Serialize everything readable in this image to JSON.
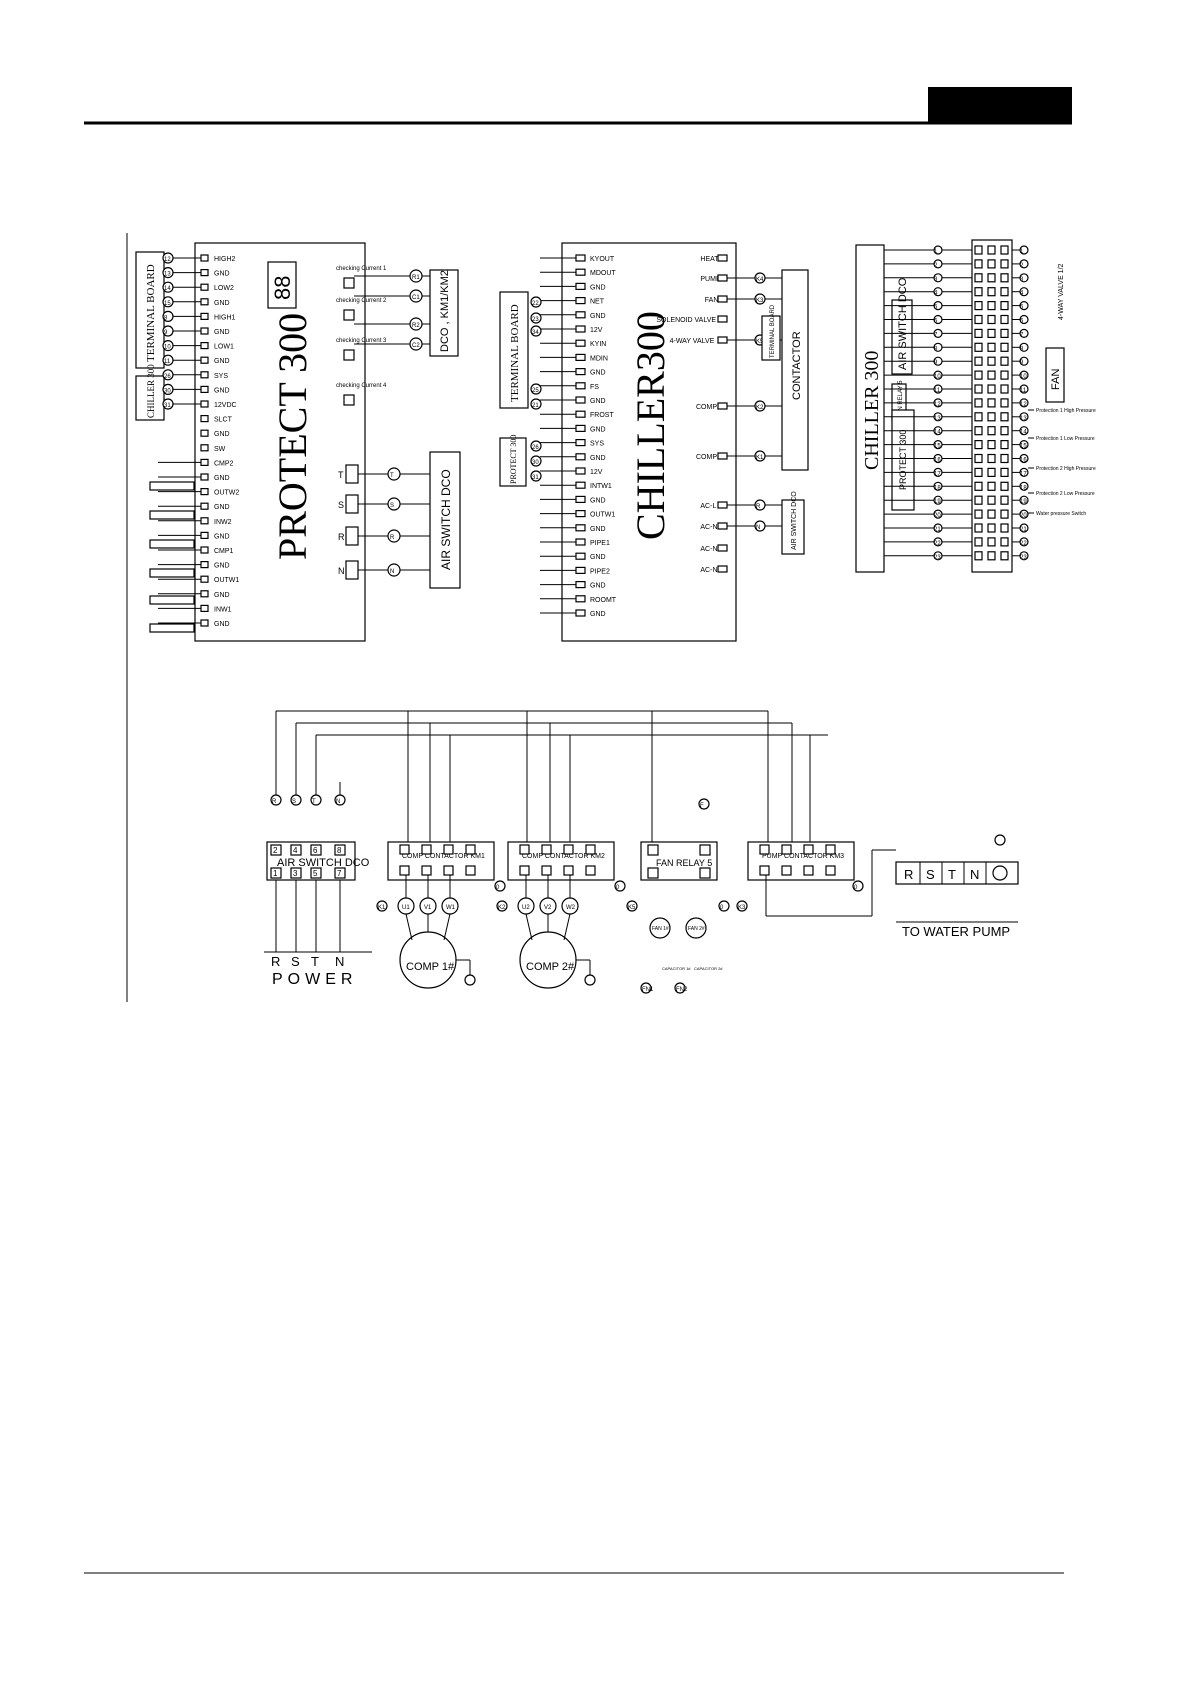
{
  "header_tab": "",
  "protect300": {
    "title": "PROTECT 300",
    "display": "88",
    "terminal_board": "TERMINAL BOARD",
    "chiller_label": "CHILLER 300",
    "pins": [
      "HIGH2",
      "GND",
      "LOW2",
      "GND",
      "HIGH1",
      "GND",
      "LOW1",
      "GND",
      "SYS",
      "GND",
      "12VDC",
      "SLCT",
      "GND",
      "SW",
      "CMP2",
      "GND",
      "OUTW2",
      "GND",
      "INW2",
      "GND",
      "CMP1",
      "GND",
      "OUTW1",
      "GND",
      "INW1",
      "GND"
    ],
    "wire_nums": [
      "12",
      "13",
      "14",
      "15",
      "8",
      "9",
      "10",
      "11",
      "26",
      "30",
      "31"
    ],
    "checking": [
      "checking Current 1",
      "checking Current 2",
      "checking Current 3",
      "checking Current 4"
    ],
    "right_nodes": [
      "R1",
      "C1",
      "R2",
      "C2"
    ],
    "dco_label": "DCO , KM1/KM2",
    "phases": [
      "T",
      "S",
      "R",
      "N"
    ],
    "phase_nodes": [
      "T",
      "S",
      "R",
      "N"
    ],
    "air_switch": "AIR SWITCH DCO"
  },
  "chiller300": {
    "title": "CHILLER300",
    "terminal_board": "TERMINAL BOARD",
    "protect_label": "PROTECT 300",
    "left_pins": [
      "KYOUT",
      "MDOUT",
      "GND",
      "NET",
      "GND",
      "12V",
      "KYIN",
      "MDIN",
      "GND",
      "FS",
      "GND",
      "FROST",
      "GND",
      "SYS",
      "GND",
      "12V",
      "INTW1",
      "GND",
      "OUTW1",
      "GND",
      "PIPE1",
      "GND",
      "PIPE2",
      "GND",
      "ROOMT",
      "GND"
    ],
    "right_pins": [
      "HEAT",
      "PUMP",
      "FAN",
      "SOLENOID VALVE",
      "4-WAY VALVE",
      "COMP2",
      "COMP1",
      "AC-L",
      "AC-N",
      "AC-N",
      "AC-N"
    ],
    "right_nodes": [
      "K4",
      "K3",
      "K5",
      "K2",
      "K1",
      "R",
      "N"
    ],
    "contactor": "CONTACTOR",
    "terminal_right": "TERMINAL BOARD",
    "air_switch": "AIR SWITCH DCO"
  },
  "right_panel": {
    "chiller_label": "CHILLER 300",
    "air_switch": "AIR SWITCH DCO",
    "fan_relay": "FAN RELAY 5",
    "protect_label": "PROTECT 300",
    "valve_label": "4-WAY VALVE 1/2",
    "fan_label": "FAN",
    "notes": [
      "Protection 1 High Pressure",
      "Protection 1 Low Pressure",
      "Protection 2 High Pressure",
      "Protection 2 Low Pressure",
      "Water pressure Switch"
    ]
  },
  "power": {
    "air_switch": "AIR SWITCH DCO",
    "inputs": [
      "R",
      "S",
      "T",
      "N"
    ],
    "power_label": "POWER",
    "terminals_top": [
      "2",
      "4",
      "6",
      "8"
    ],
    "terminals_bottom": [
      "1",
      "3",
      "5",
      "7"
    ]
  },
  "comp1": {
    "contactor": "COMP CONTACTOR KM1",
    "motor": "COMP 1#",
    "terms": [
      "U1",
      "V1",
      "W1"
    ],
    "node": "K1"
  },
  "comp2": {
    "contactor": "COMP CONTACTOR KM2",
    "motor": "COMP 2#",
    "terms": [
      "U2",
      "V2",
      "W2"
    ],
    "node": "K2"
  },
  "fan_relay": {
    "label": "FAN RELAY 5",
    "fan1": "FAN 1#",
    "fan2": "FAN 2#",
    "cap1": "CAPACITOR 1#",
    "cap2": "CAPACITOR 2#",
    "node": "K5",
    "nodes_bottom": [
      "FN1",
      "FN2"
    ]
  },
  "pump": {
    "contactor": "PUMP CONTACTOR KM3",
    "node": "K3",
    "terminals": [
      "R",
      "S",
      "T",
      "N"
    ],
    "label": "TO WATER PUMP"
  },
  "colors": {
    "ink": "#000000",
    "paper": "#ffffff"
  }
}
